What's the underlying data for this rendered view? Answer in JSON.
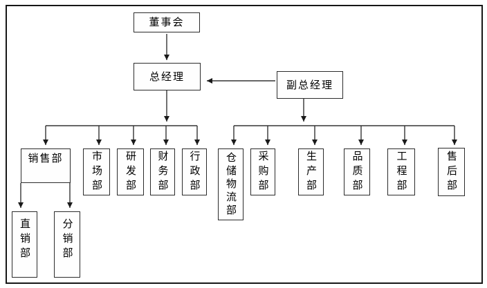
{
  "org_chart": {
    "nodes": {
      "board": {
        "label": "董事会"
      },
      "general_manager": {
        "label": "总经理"
      },
      "deputy_general_manager": {
        "label": "副总经理"
      },
      "sales_dept": {
        "label": "销售部"
      },
      "marketing_dept": {
        "label": "市场部"
      },
      "rnd_dept": {
        "label": "研发部"
      },
      "finance_dept": {
        "label": "财务部"
      },
      "admin_dept": {
        "label": "行政部"
      },
      "warehouse_logistics_dept": {
        "label": "仓储物流部"
      },
      "purchasing_dept": {
        "label": "采购部"
      },
      "production_dept": {
        "label": "生产部"
      },
      "quality_dept": {
        "label": "品质部"
      },
      "engineering_dept": {
        "label": "工程部"
      },
      "after_sales_dept": {
        "label": "售后部"
      },
      "direct_sales_dept": {
        "label": "直销部"
      },
      "distribution_dept": {
        "label": "分销部"
      }
    },
    "edges": [
      {
        "from": "board",
        "to": "general_manager"
      },
      {
        "from": "deputy_general_manager",
        "to": "general_manager"
      },
      {
        "from": "general_manager",
        "to": "sales_dept"
      },
      {
        "from": "general_manager",
        "to": "marketing_dept"
      },
      {
        "from": "general_manager",
        "to": "rnd_dept"
      },
      {
        "from": "general_manager",
        "to": "finance_dept"
      },
      {
        "from": "general_manager",
        "to": "admin_dept"
      },
      {
        "from": "deputy_general_manager",
        "to": "warehouse_logistics_dept"
      },
      {
        "from": "deputy_general_manager",
        "to": "purchasing_dept"
      },
      {
        "from": "deputy_general_manager",
        "to": "production_dept"
      },
      {
        "from": "deputy_general_manager",
        "to": "quality_dept"
      },
      {
        "from": "deputy_general_manager",
        "to": "engineering_dept"
      },
      {
        "from": "deputy_general_manager",
        "to": "after_sales_dept"
      },
      {
        "from": "sales_dept",
        "to": "direct_sales_dept"
      },
      {
        "from": "sales_dept",
        "to": "distribution_dept"
      }
    ],
    "colors": {
      "background": "#ffffff",
      "line": "#333333",
      "box_border": "#2a2a2a",
      "text": "#000000"
    }
  }
}
